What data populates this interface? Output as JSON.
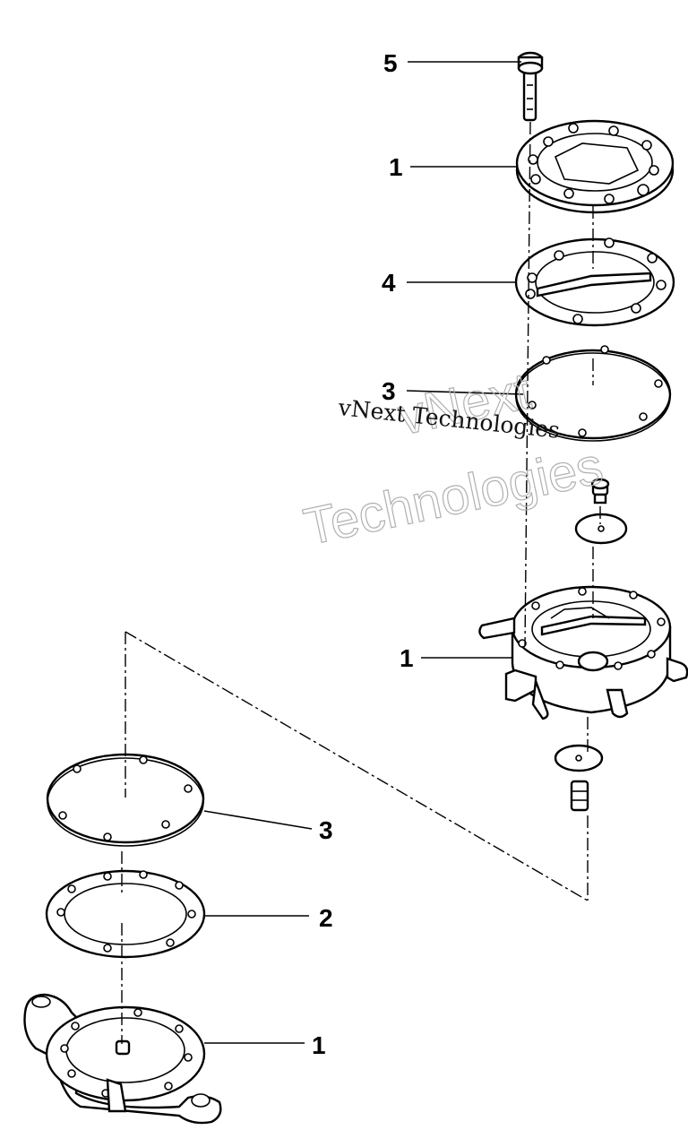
{
  "diagram": {
    "callouts_upper": {
      "bolt": "5",
      "cover": "1",
      "gasket": "4",
      "diaphragm": "3",
      "pump_body": "1"
    },
    "callouts_lower": {
      "diaphragm": "3",
      "gasket": "2",
      "base_cover": "1"
    },
    "watermark": {
      "outline_line1": "vNext",
      "outline_line2": "Technologies",
      "serif_text": "vNext Technologies"
    }
  }
}
